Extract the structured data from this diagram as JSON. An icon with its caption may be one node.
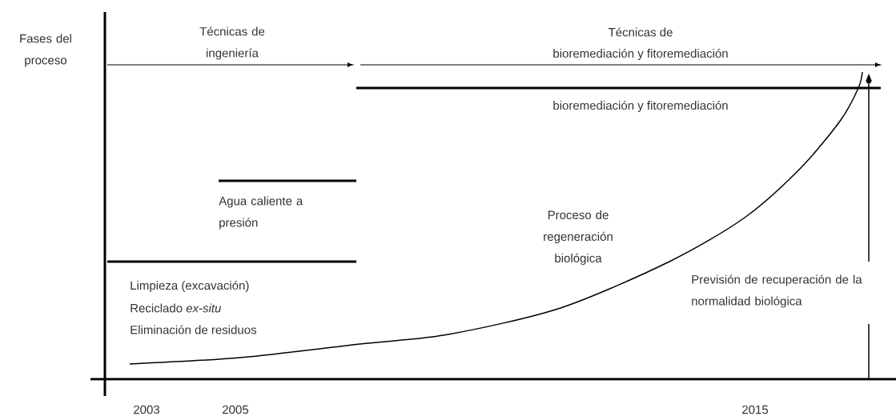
{
  "diagram": {
    "labels": [
      "Fases del proceso",
      "Técnicas de ingeniería",
      "Técnicas de",
      "bioremediación y fitoremediación",
      "bioremediación y fitoremediación",
      "Agua caliente a presión",
      "Proceso de regeneración biológica",
      "Limpieza (excavación)",
      "Reciclado *ex-situ*",
      "Eliminación de residuos",
      "Previsión de recuperación de la normalidad biológica",
      "2003",
      "2005",
      "2015"
    ]
  }
}
